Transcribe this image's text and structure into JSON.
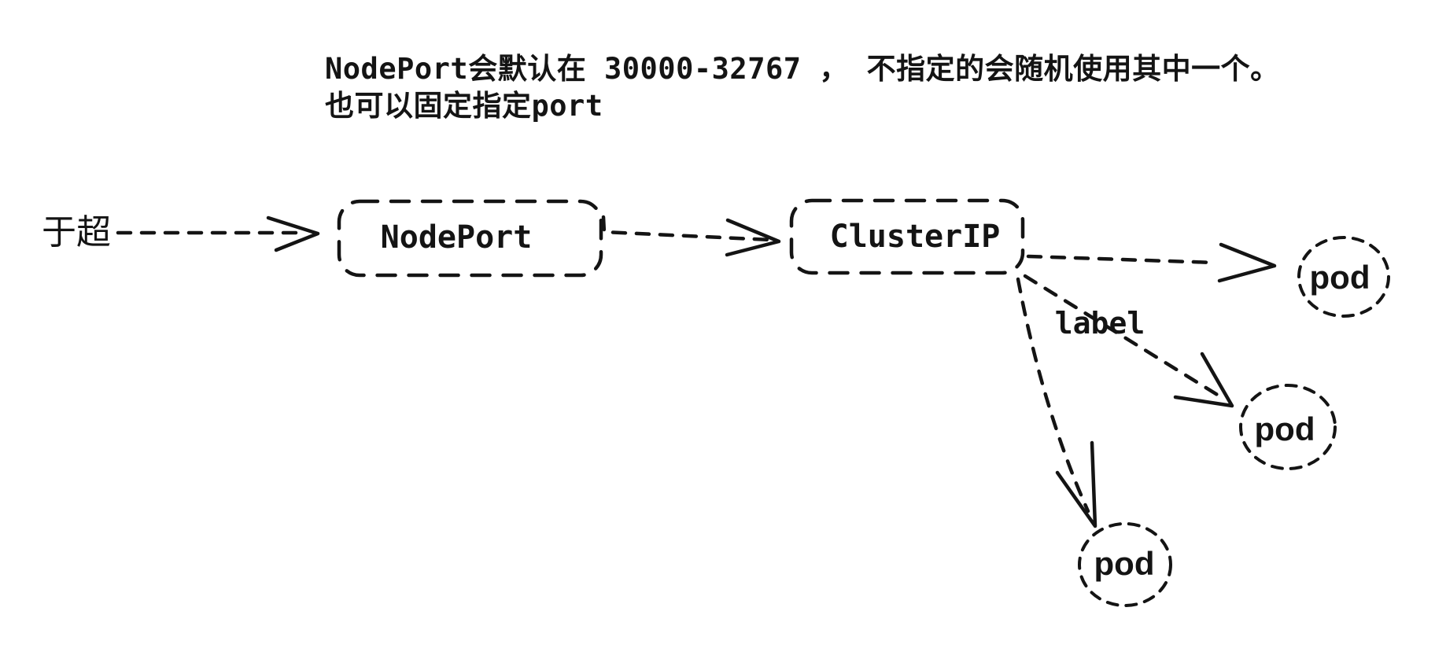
{
  "colors": {
    "background": "#ffffff",
    "ink": "#141414"
  },
  "annotation": {
    "line1": "NodePort会默认在 30000-32767 ， 不指定的会随机使用其中一个。",
    "line2": "也可以固定指定port"
  },
  "nodes": {
    "actor": {
      "label": "于超",
      "shape": "text"
    },
    "nodeport": {
      "label": "NodePort",
      "shape": "dashed-rounded-rectangle"
    },
    "clusterip": {
      "label": "ClusterIP",
      "shape": "dashed-rounded-rectangle"
    },
    "pod1": {
      "label": "pod",
      "shape": "dashed-circle"
    },
    "pod2": {
      "label": "pod",
      "shape": "dashed-circle"
    },
    "pod3": {
      "label": "pod",
      "shape": "dashed-circle"
    }
  },
  "edges": [
    {
      "from": "actor",
      "to": "nodeport",
      "style": "dashed-arrow",
      "label": ""
    },
    {
      "from": "nodeport",
      "to": "clusterip",
      "style": "dashed-arrow",
      "label": ""
    },
    {
      "from": "clusterip",
      "to": "pod1",
      "style": "dashed-arrow",
      "label": ""
    },
    {
      "from": "clusterip",
      "to": "pod2",
      "style": "dashed-arrow",
      "label": "label"
    },
    {
      "from": "clusterip",
      "to": "pod3",
      "style": "dashed-arrow",
      "label": ""
    }
  ]
}
